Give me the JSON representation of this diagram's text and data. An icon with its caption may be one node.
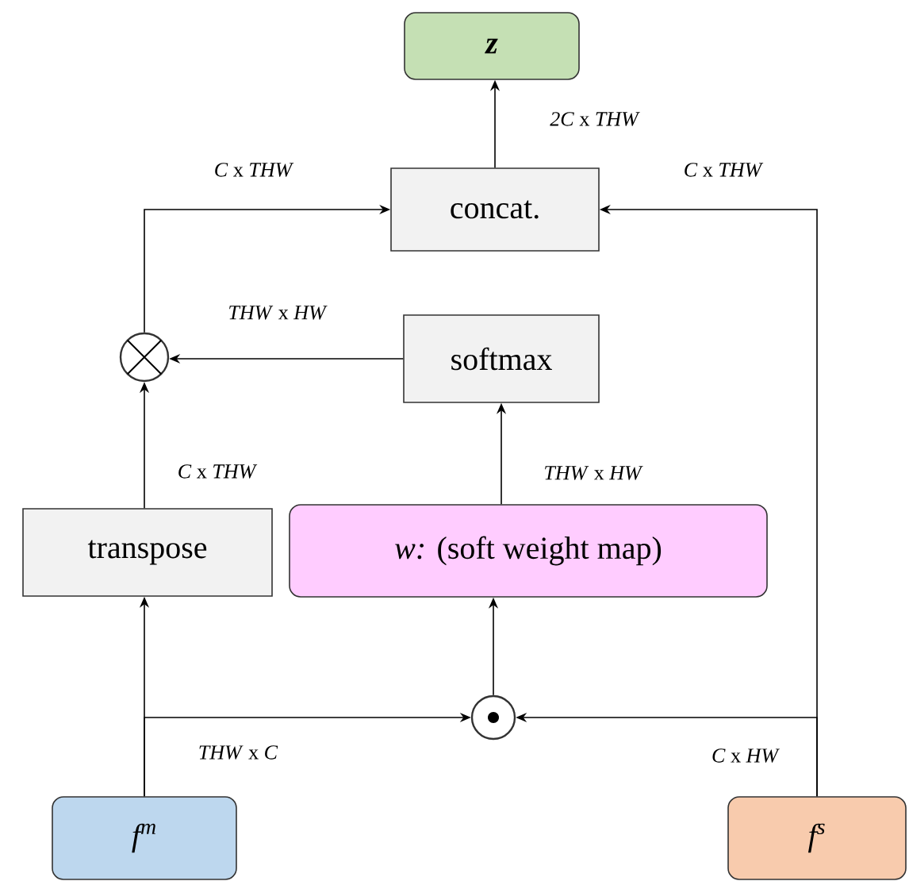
{
  "diagram": {
    "nodes": [
      {
        "text": [
          "z"
        ]
      },
      {
        "text": [
          "concat."
        ]
      },
      {
        "text": [],
        "shape": "circle"
      },
      {
        "text": [
          "softmax"
        ]
      },
      {
        "text": [
          "transpose"
        ]
      },
      {
        "text": [
          "*w:* (soft weight map)"
        ]
      },
      {
        "text": [],
        "shape": "circle"
      },
      {
        "text": [
          "f$^{m}$"
        ]
      },
      {
        "text": [
          "f$^{s}$"
        ]
      }
    ],
    "edges": [
      {
        "from": 1,
        "to": 0,
        "arrow": "to",
        "label": "*2C* x *THW*"
      },
      {
        "from": 2,
        "to": 1,
        "arrow": "to",
        "label": "*C* x *THW*"
      },
      {
        "from": 8,
        "to": 1,
        "arrow": "to",
        "label": "*C* x *THW*"
      },
      {
        "from": 3,
        "to": 2,
        "arrow": "to",
        "label": "*THW* x *HW*"
      },
      {
        "from": 4,
        "to": 2,
        "arrow": "to",
        "label": "*C* x *THW*"
      },
      {
        "from": 5,
        "to": 3,
        "arrow": "to",
        "label": "*THW* x *HW*"
      },
      {
        "from": 6,
        "to": 5,
        "arrow": "to"
      },
      {
        "from": 7,
        "to": 4,
        "arrow": "to"
      },
      {
        "from": 7,
        "to": 6,
        "arrow": "to",
        "label": "*THW* x *C*"
      },
      {
        "from": 8,
        "to": 6,
        "arrow": "to",
        "label": "*C* x *HW*"
      }
    ]
  }
}
